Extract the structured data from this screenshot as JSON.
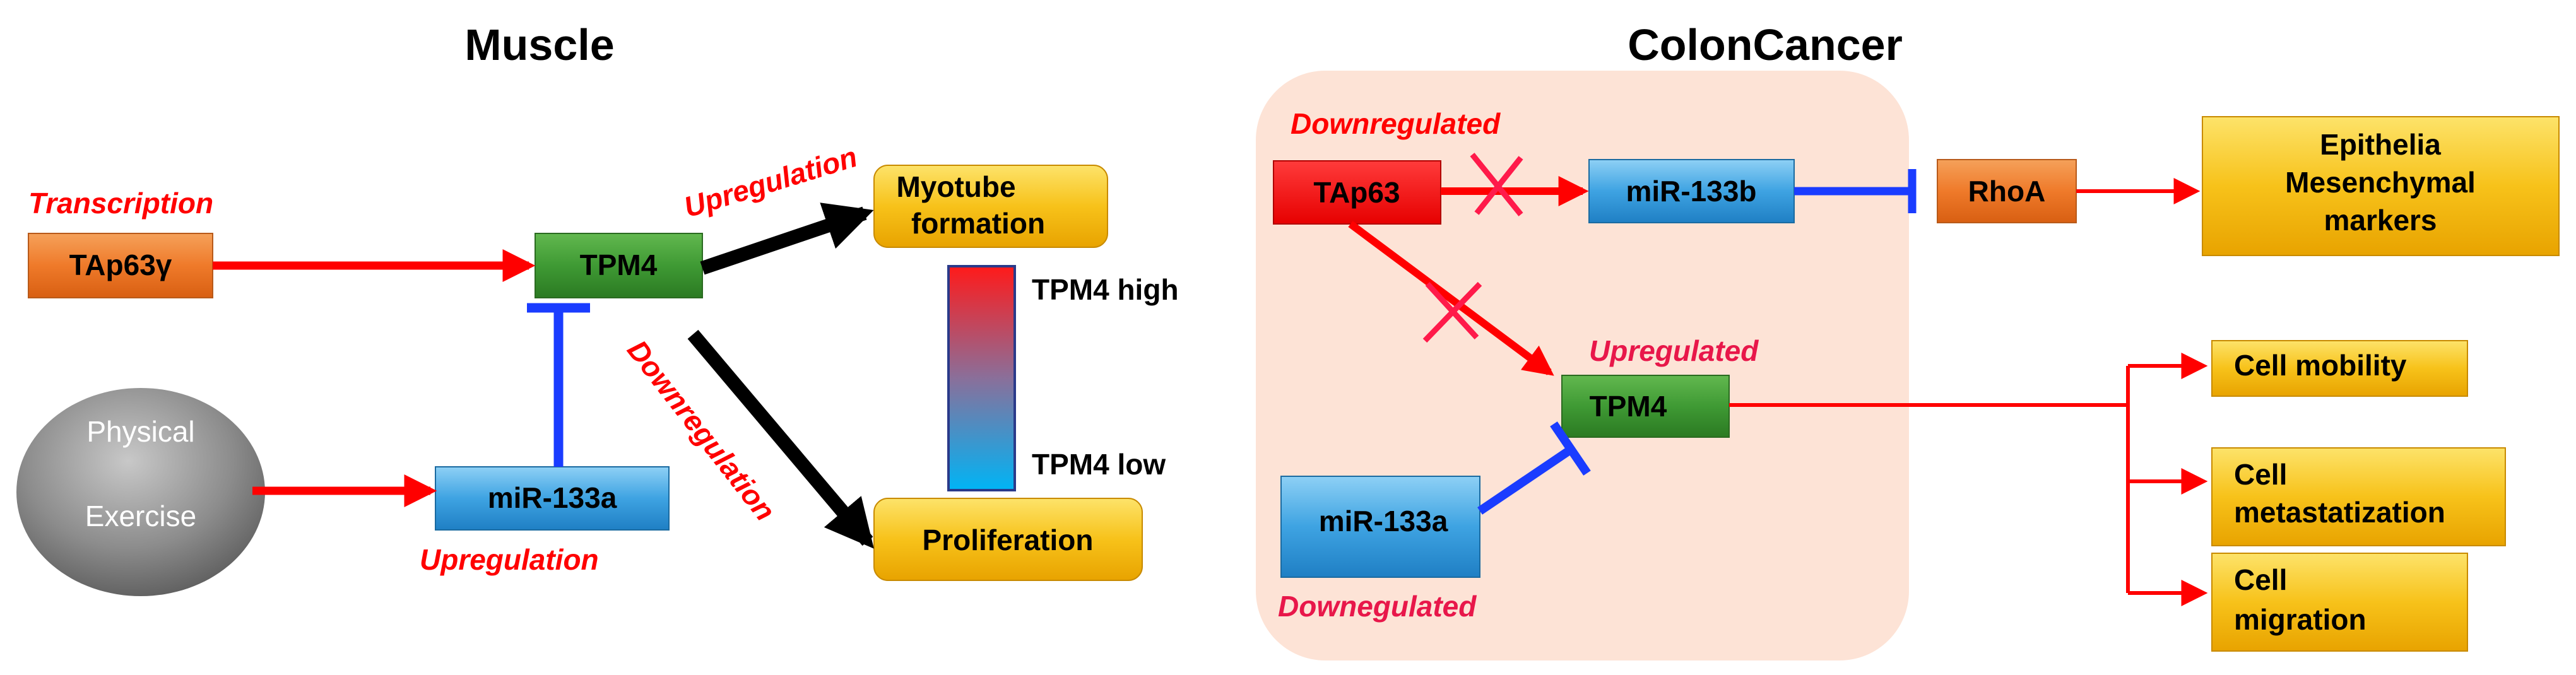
{
  "titles": {
    "muscle": "Muscle",
    "colon": "ColonCancer"
  },
  "muscle": {
    "tap63": "TAp63γ",
    "tpm4": "TPM4",
    "myotube_line1": "Myotube",
    "myotube_line2": "formation",
    "proliferation": "Proliferation",
    "mir133a": "miR-133a",
    "physical": "Physical",
    "exercise": "Exercise",
    "transcription": "Transcription",
    "upregulation_top": "Upregulation",
    "downregulation": "Downregulation",
    "upregulation_bottom": "Upregulation",
    "tpm4_high": "TPM4 high",
    "tpm4_low": "TPM4 low"
  },
  "colon": {
    "downregulated": "Downregulated",
    "tap63": "TAp63",
    "mir133b": "miR-133b",
    "rhoa": "RhoA",
    "epithelia_line1": "Epithelia",
    "epithelia_line2": "Mesenchymal",
    "epithelia_line3": "markers",
    "upregulated": "Upregulated",
    "tpm4": "TPM4",
    "mir133a": "miR-133a",
    "downegulated": "Downegulated",
    "cell_mobility": "Cell mobility",
    "cell_metast_line1": "Cell",
    "cell_metast_line2": "metastatization",
    "cell_migration_line1": "Cell",
    "cell_migration_line2": "migration"
  },
  "colors": {
    "orange_box": "#f07a2a",
    "green_box": "#3f9a34",
    "blue_box": "#2d8fd0",
    "yellow_box": "#f5b70a",
    "red_box": "#ff1a1a",
    "red_arrow": "#ff0000",
    "blue_inhibit": "#1a3cff",
    "black_arrow": "#000000",
    "colon_bg": "#fde3d6"
  }
}
